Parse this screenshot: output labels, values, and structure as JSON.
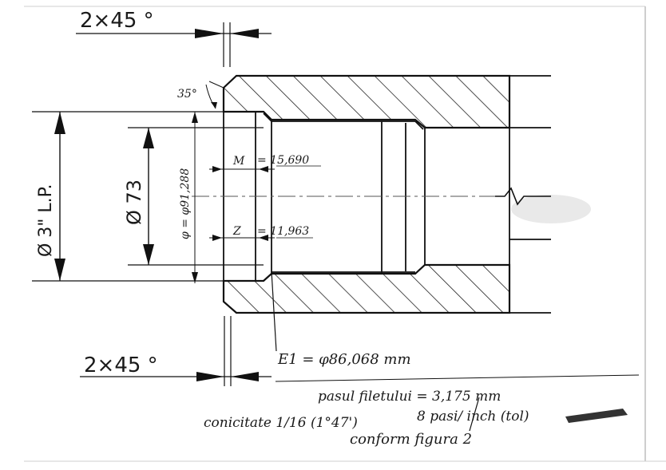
{
  "chamfer_top": "2×45 °",
  "chamfer_bottom": "2×45 °",
  "angle_35": "35°",
  "dia_3lp": "Ø 3\" L.P.",
  "dia_73": "Ø 73",
  "dia_91": "φ = φ91,288",
  "m_label": "M",
  "m_value": "= 15,690",
  "z_label": "Z",
  "z_value": "= 11,963",
  "e1": "E1 = φ86,068 mm",
  "note_pas": "pasul filetului = 3,175 mm",
  "note_conic": "conicitate 1/16 (1°47')",
  "note_pasi": "8 pasi/ inch (tol)",
  "note_conform": "conform figura 2"
}
